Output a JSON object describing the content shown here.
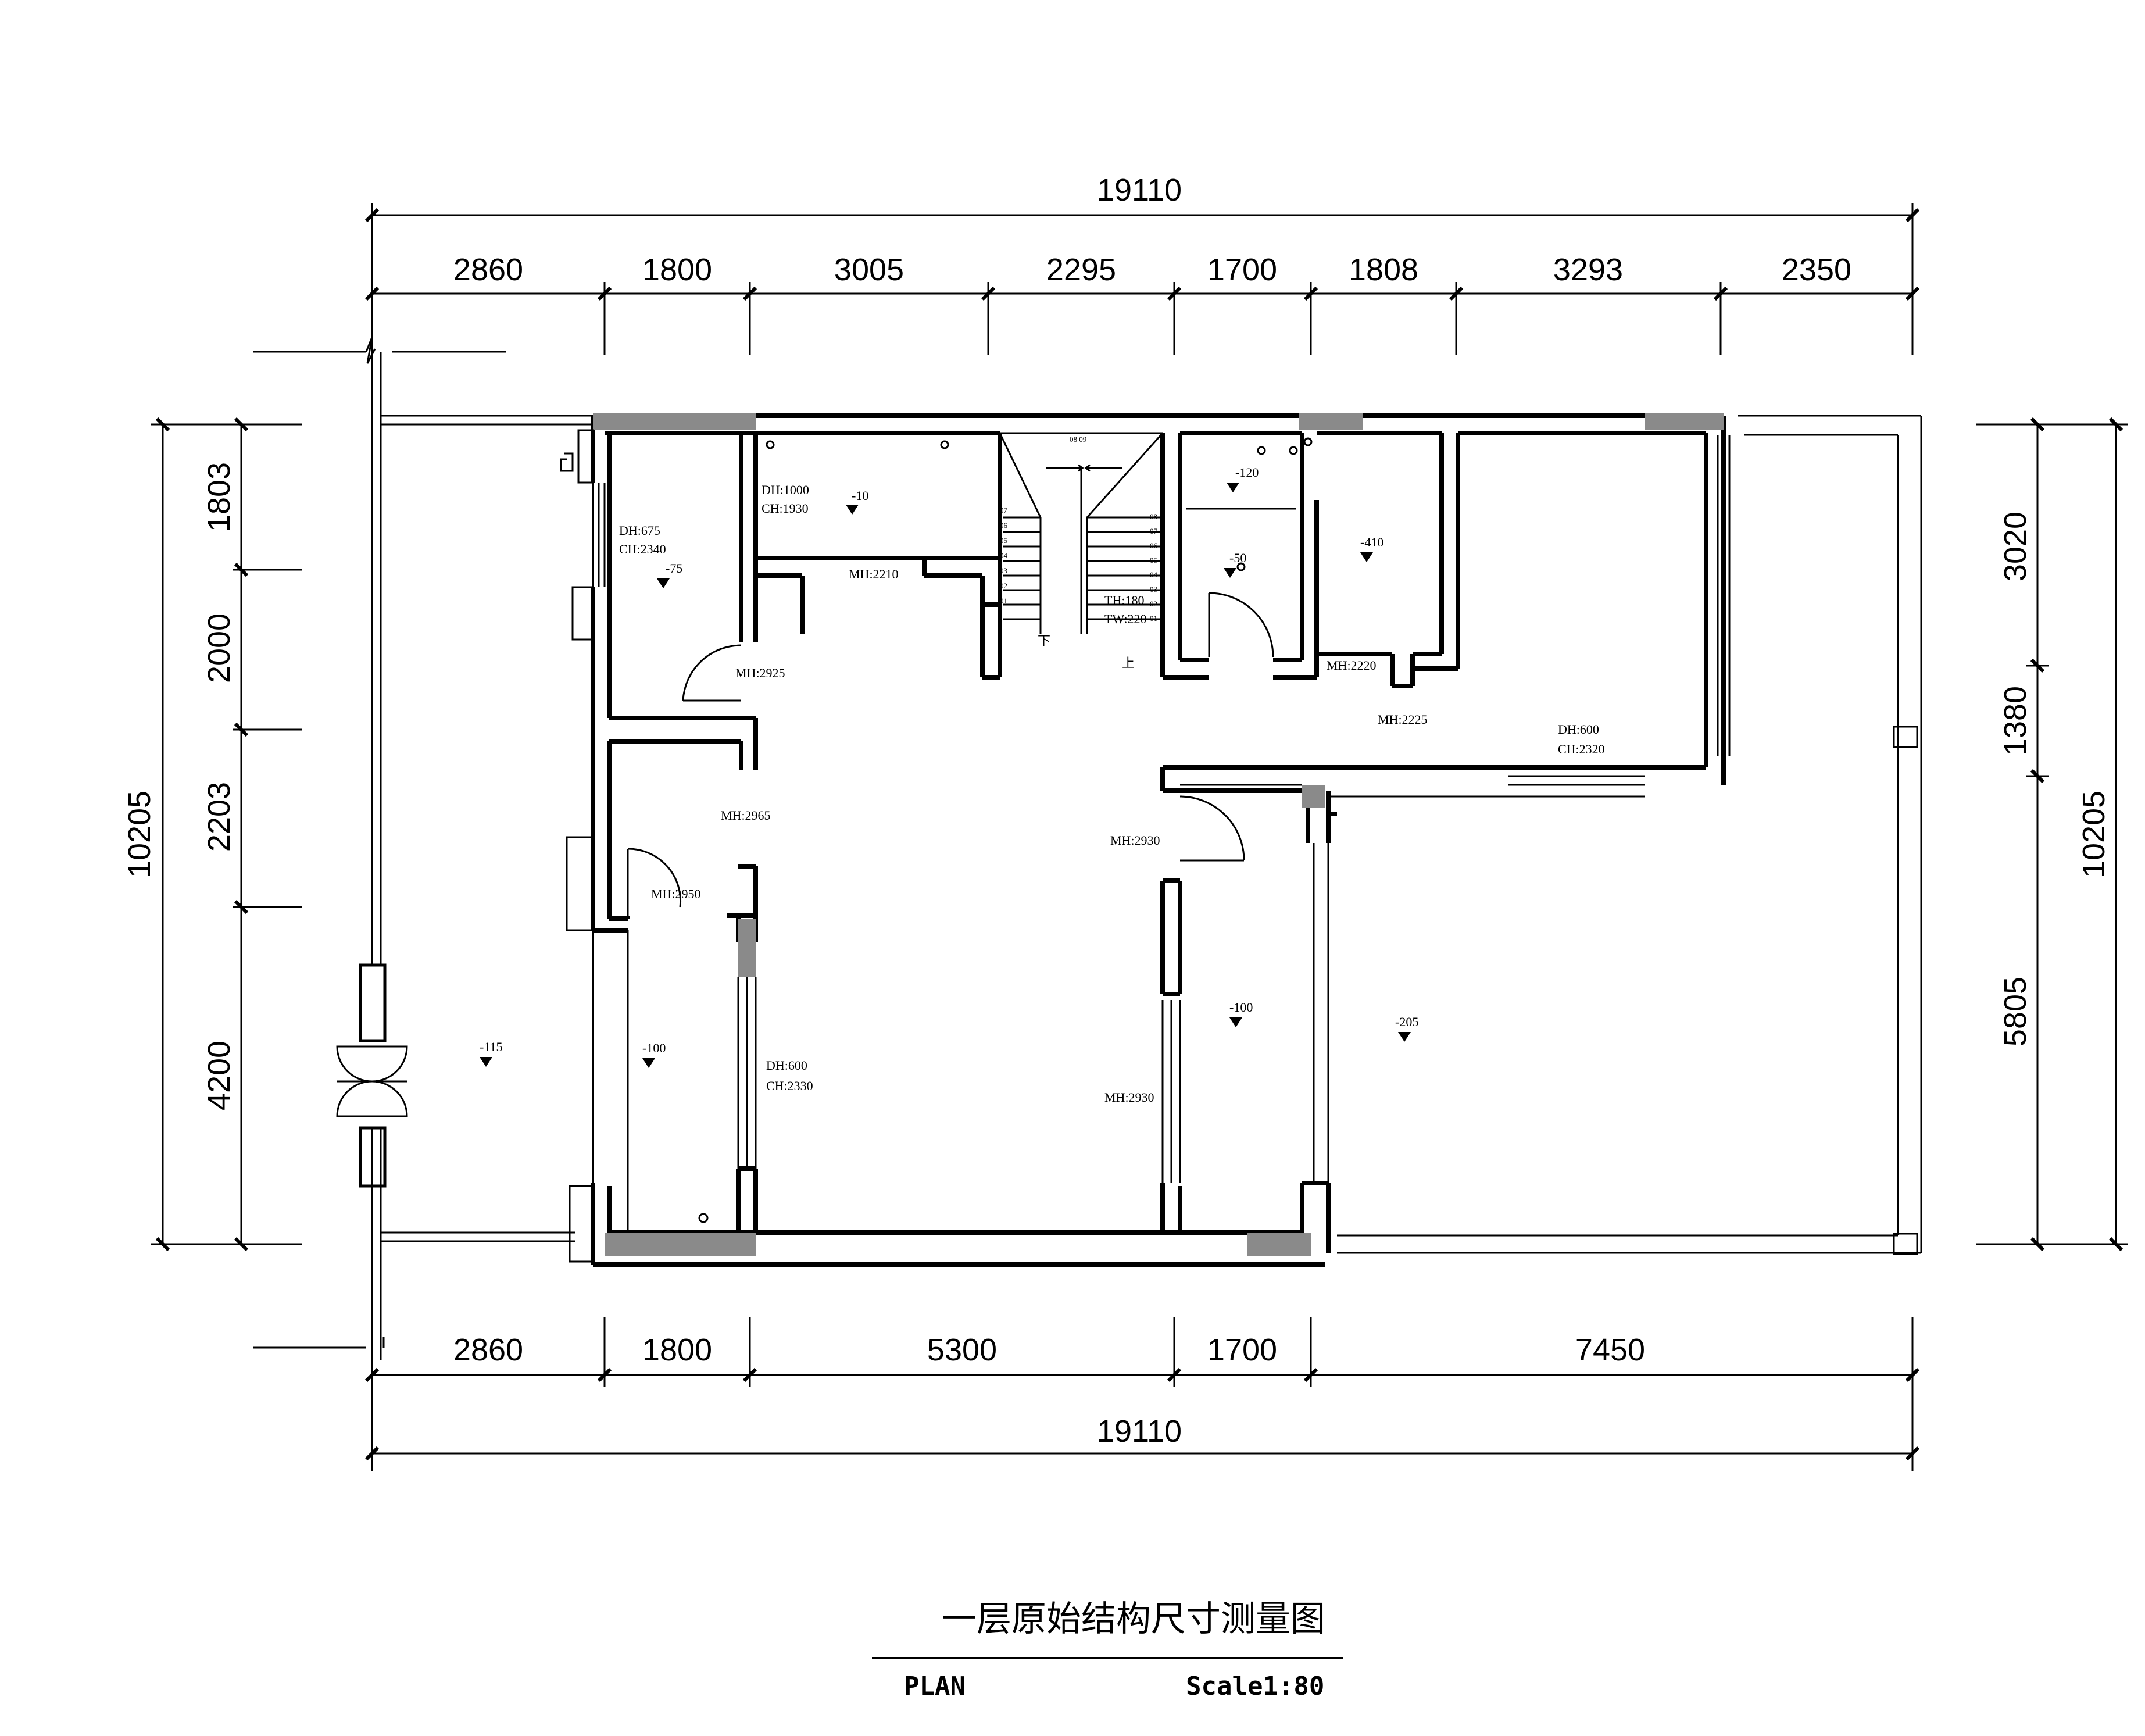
{
  "dimensions": {
    "overall_width": "19110",
    "top_segments": [
      "2860",
      "1800",
      "3005",
      "2295",
      "1700",
      "1808",
      "3293",
      "2350"
    ],
    "bottom_segments": [
      "2860",
      "1800",
      "5300",
      "1700",
      "7450"
    ],
    "left_overall": "10205",
    "left_segments": [
      "1803",
      "2000",
      "2203",
      "4200"
    ],
    "right_overall": "10205",
    "right_segments": [
      "3020",
      "1380",
      "5805"
    ]
  },
  "annotations": {
    "dh_1000": "DH:1000",
    "ch_1930": "CH:1930",
    "dh_675": "DH:675",
    "ch_2340": "CH:2340",
    "dh_600_a": "DH:600",
    "ch_2320": "CH:2320",
    "dh_600_b": "DH:600",
    "ch_2330": "CH:2330",
    "mh_2210": "MH:2210",
    "mh_2925": "MH:2925",
    "mh_2965": "MH:2965",
    "mh_2950": "MH:2950",
    "mh_2930_a": "MH:2930",
    "mh_2930_b": "MH:2930",
    "mh_2220": "MH:2220",
    "mh_2225": "MH:2225",
    "th_180": "TH:180",
    "tw_220": "TW:220",
    "stair_down": "下",
    "stair_up": "上",
    "stair_top": "08 09"
  },
  "levels": {
    "l_10": "-10",
    "l_75": "-75",
    "l_120": "-120",
    "l_50": "-50",
    "l_410": "-410",
    "l_115": "-115",
    "l_100_a": "-100",
    "l_100_b": "-100",
    "l_205": "-205"
  },
  "stair_steps_left": [
    "07",
    "06",
    "05",
    "04",
    "03",
    "02",
    "01"
  ],
  "stair_steps_right": [
    "08",
    "07",
    "06",
    "05",
    "04",
    "03",
    "02",
    "01"
  ],
  "title_block": {
    "title": "一层原始结构尺寸测量图",
    "plan_label": "PLAN",
    "scale_label": "Scale1:80"
  }
}
